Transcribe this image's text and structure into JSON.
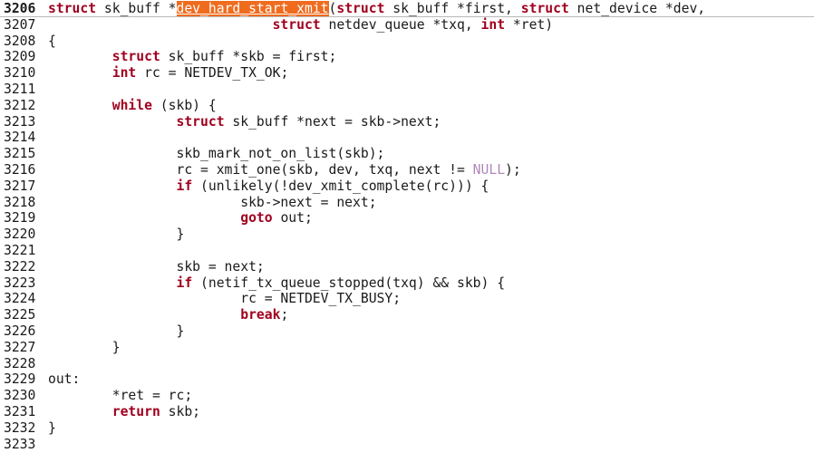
{
  "editor": {
    "colors": {
      "keyword": "#a0001e",
      "constant": "#b088b8",
      "highlight_bg": "#ef6c1f",
      "highlight_fg": "#ffffff"
    },
    "lines": [
      {
        "num": "3206",
        "current": true,
        "tokens": [
          {
            "t": "struct",
            "c": "kw"
          },
          {
            "t": " sk_buff *"
          },
          {
            "t": "dev_hard_start_xmit",
            "c": "hl"
          },
          {
            "t": "("
          },
          {
            "t": "struct",
            "c": "kw"
          },
          {
            "t": " sk_buff *first, "
          },
          {
            "t": "struct",
            "c": "kw"
          },
          {
            "t": " net_device *dev,"
          }
        ]
      },
      {
        "num": "3207",
        "tokens": [
          {
            "t": "                            "
          },
          {
            "t": "struct",
            "c": "kw"
          },
          {
            "t": " netdev_queue *txq, "
          },
          {
            "t": "int",
            "c": "kw"
          },
          {
            "t": " *ret)"
          }
        ]
      },
      {
        "num": "3208",
        "tokens": [
          {
            "t": "{"
          }
        ]
      },
      {
        "num": "3209",
        "tokens": [
          {
            "t": "        "
          },
          {
            "t": "struct",
            "c": "kw"
          },
          {
            "t": " sk_buff *skb = first;"
          }
        ]
      },
      {
        "num": "3210",
        "tokens": [
          {
            "t": "        "
          },
          {
            "t": "int",
            "c": "kw"
          },
          {
            "t": " rc = NETDEV_TX_OK;"
          }
        ]
      },
      {
        "num": "3211",
        "tokens": []
      },
      {
        "num": "3212",
        "tokens": [
          {
            "t": "        "
          },
          {
            "t": "while",
            "c": "kw"
          },
          {
            "t": " (skb) {"
          }
        ]
      },
      {
        "num": "3213",
        "tokens": [
          {
            "t": "                "
          },
          {
            "t": "struct",
            "c": "kw"
          },
          {
            "t": " sk_buff *next = skb->next;"
          }
        ]
      },
      {
        "num": "3214",
        "tokens": []
      },
      {
        "num": "3215",
        "tokens": [
          {
            "t": "                skb_mark_not_on_list(skb);"
          }
        ]
      },
      {
        "num": "3216",
        "tokens": [
          {
            "t": "                rc = xmit_one(skb, dev, txq, next != "
          },
          {
            "t": "NULL",
            "c": "const"
          },
          {
            "t": ");"
          }
        ]
      },
      {
        "num": "3217",
        "tokens": [
          {
            "t": "                "
          },
          {
            "t": "if",
            "c": "kw"
          },
          {
            "t": " (unlikely(!dev_xmit_complete(rc))) {"
          }
        ]
      },
      {
        "num": "3218",
        "tokens": [
          {
            "t": "                        skb->next = next;"
          }
        ]
      },
      {
        "num": "3219",
        "tokens": [
          {
            "t": "                        "
          },
          {
            "t": "goto",
            "c": "kw"
          },
          {
            "t": " out;"
          }
        ]
      },
      {
        "num": "3220",
        "tokens": [
          {
            "t": "                }"
          }
        ]
      },
      {
        "num": "3221",
        "tokens": []
      },
      {
        "num": "3222",
        "tokens": [
          {
            "t": "                skb = next;"
          }
        ]
      },
      {
        "num": "3223",
        "tokens": [
          {
            "t": "                "
          },
          {
            "t": "if",
            "c": "kw"
          },
          {
            "t": " (netif_tx_queue_stopped(txq) && skb) {"
          }
        ]
      },
      {
        "num": "3224",
        "tokens": [
          {
            "t": "                        rc = NETDEV_TX_BUSY;"
          }
        ]
      },
      {
        "num": "3225",
        "tokens": [
          {
            "t": "                        "
          },
          {
            "t": "break",
            "c": "kw"
          },
          {
            "t": ";"
          }
        ]
      },
      {
        "num": "3226",
        "tokens": [
          {
            "t": "                }"
          }
        ]
      },
      {
        "num": "3227",
        "tokens": [
          {
            "t": "        }"
          }
        ]
      },
      {
        "num": "3228",
        "tokens": []
      },
      {
        "num": "3229",
        "tokens": [
          {
            "t": "out:"
          }
        ]
      },
      {
        "num": "3230",
        "tokens": [
          {
            "t": "        *ret = rc;"
          }
        ]
      },
      {
        "num": "3231",
        "tokens": [
          {
            "t": "        "
          },
          {
            "t": "return",
            "c": "kw"
          },
          {
            "t": " skb;"
          }
        ]
      },
      {
        "num": "3232",
        "tokens": [
          {
            "t": "}"
          }
        ]
      },
      {
        "num": "3233",
        "tokens": []
      }
    ]
  }
}
